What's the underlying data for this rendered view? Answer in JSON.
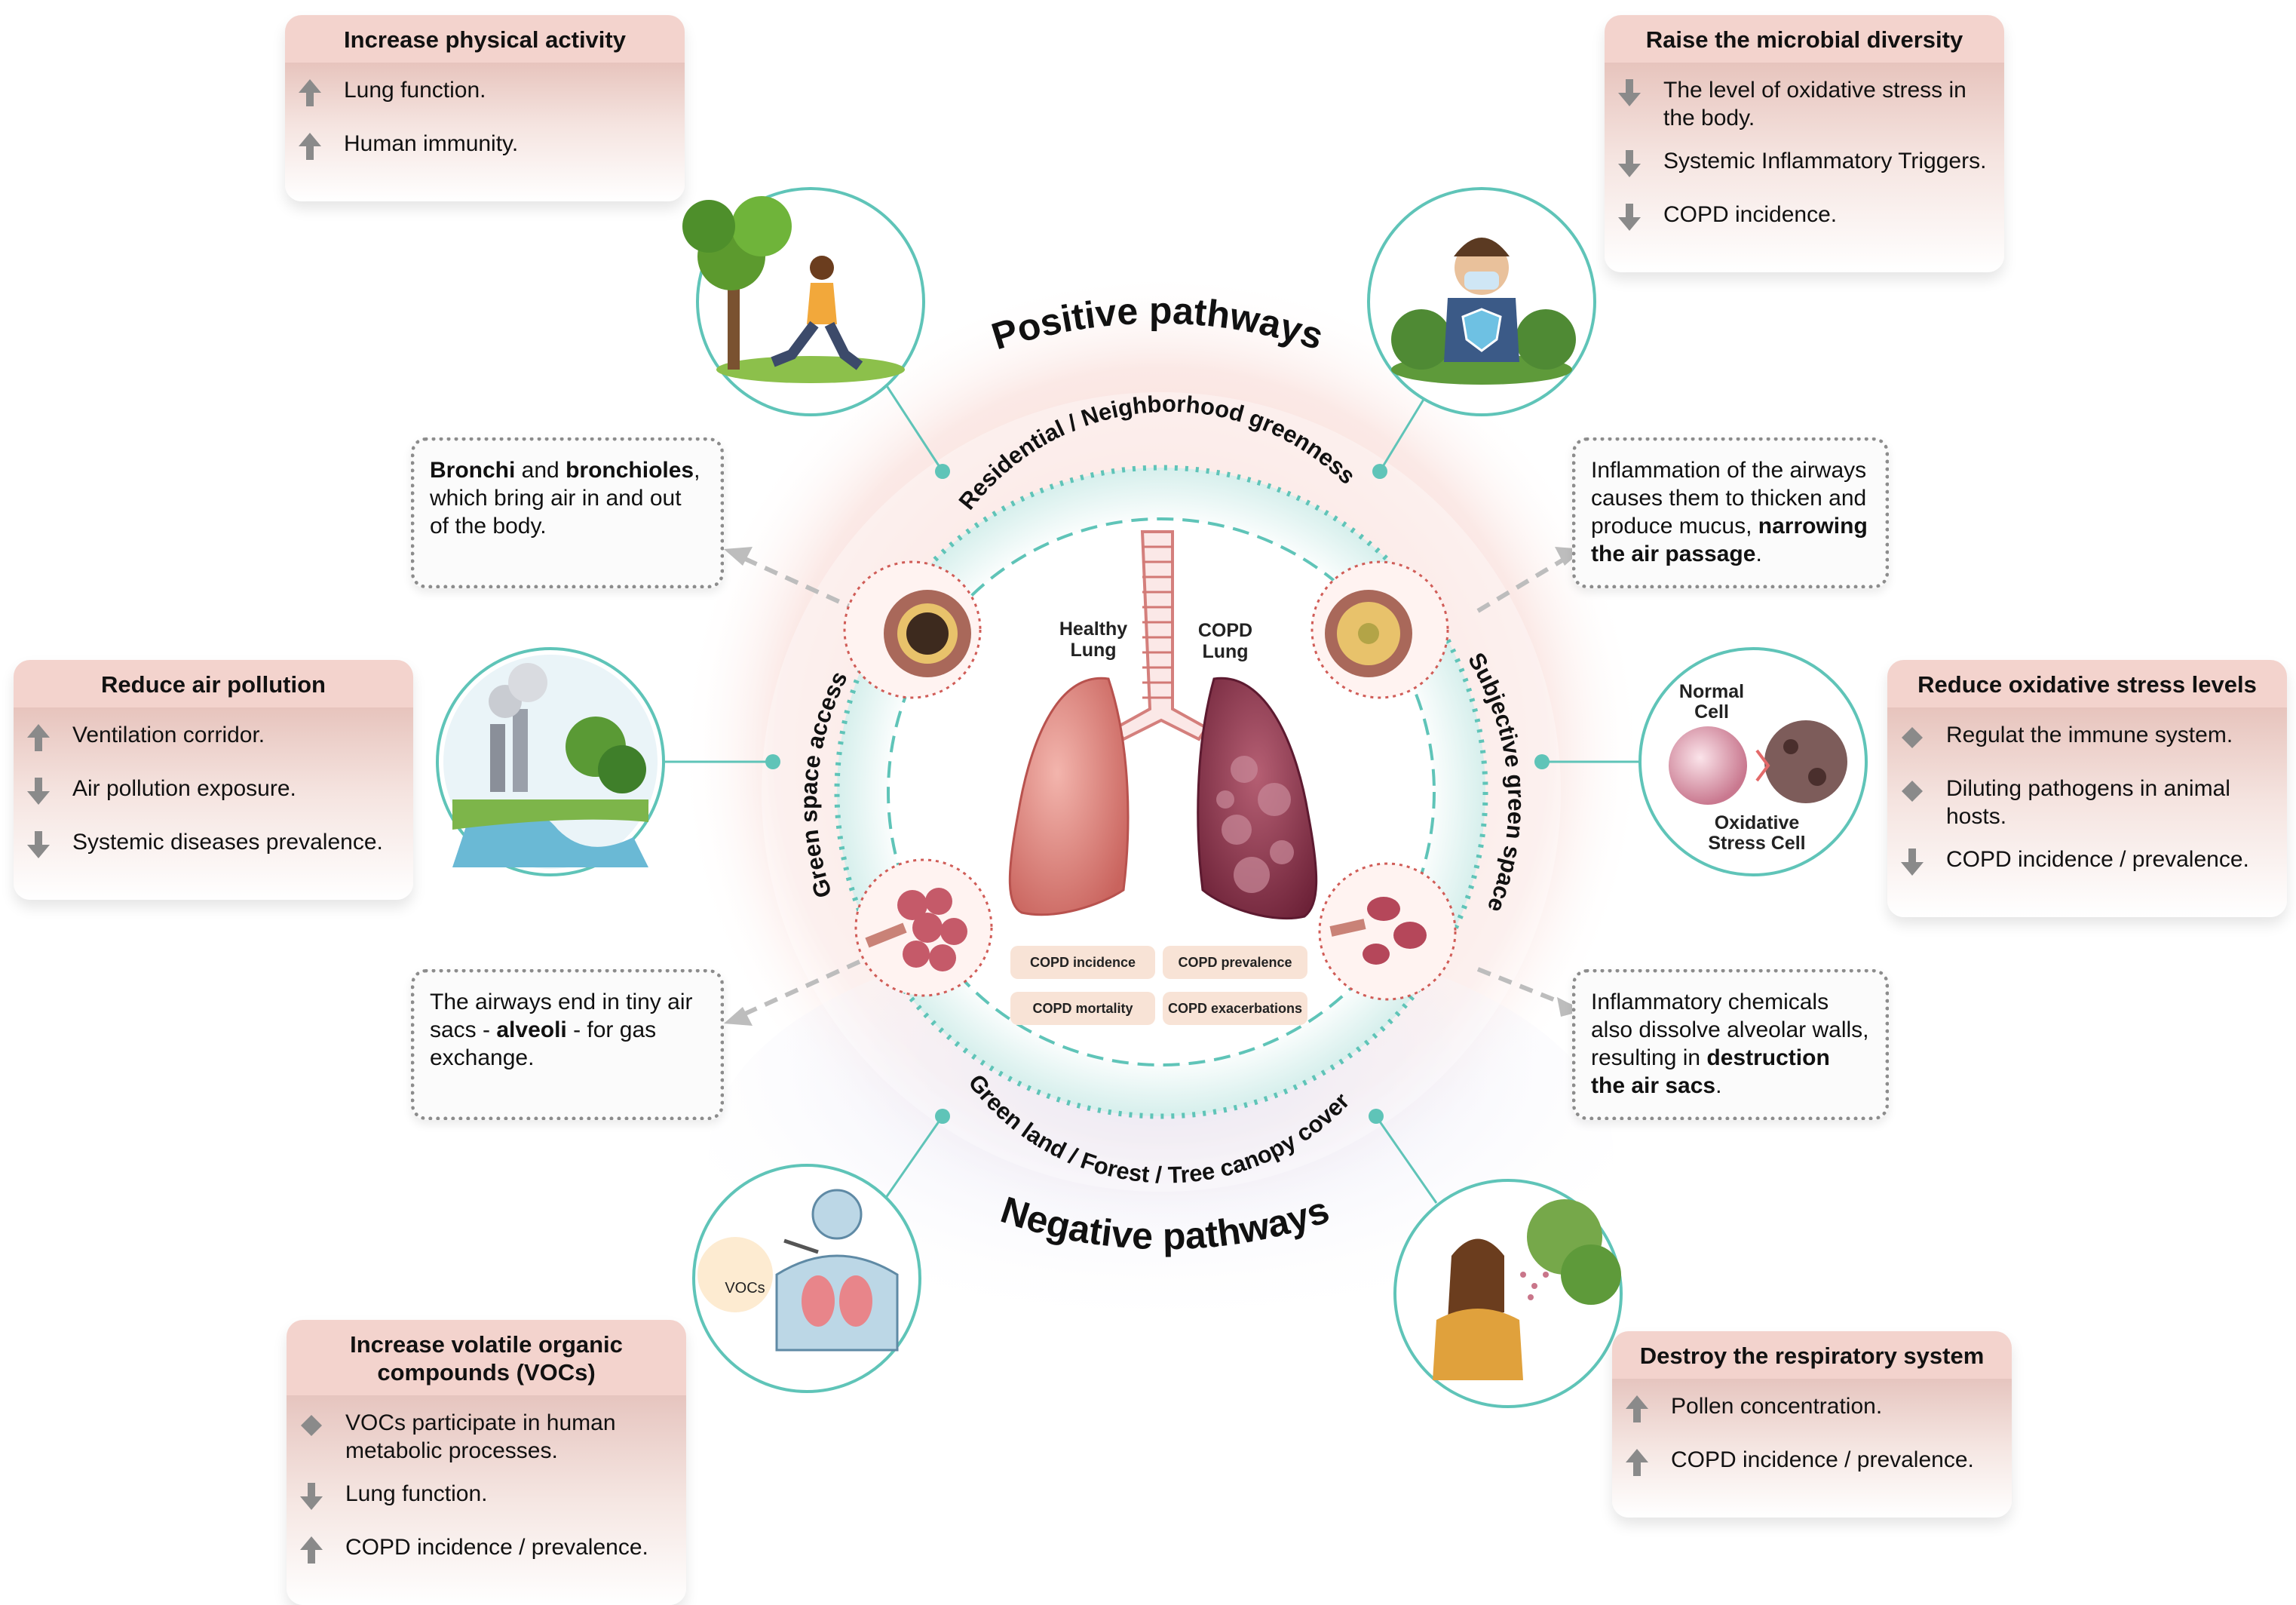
{
  "pathway_labels": {
    "positive": "Positive pathways",
    "negative": "Negative pathways"
  },
  "ring_labels": {
    "top": "Residential / Neighborhood greenness",
    "right": "Subjective green space",
    "bottom": "Green land / Forest / Tree canopy cover",
    "left": "Green space access"
  },
  "lungs": {
    "healthy_line1": "Healthy",
    "healthy_line2": "Lung",
    "copd_line1": "COPD",
    "copd_line2": "Lung"
  },
  "outcomes": [
    "COPD incidence",
    "COPD prevalence",
    "COPD mortality",
    "COPD exacerbations"
  ],
  "cell_labels": {
    "normal_line1": "Normal",
    "normal_line2": "Cell",
    "oxidative_line1": "Oxidative",
    "oxidative_line2": "Stress Cell"
  },
  "voc_label": "VOCs",
  "cards": {
    "physical": {
      "title": "Increase physical activity",
      "items": [
        {
          "icon": "up-arrow",
          "text": "Lung function."
        },
        {
          "icon": "up-arrow",
          "text": "Human immunity."
        }
      ]
    },
    "microbial": {
      "title": "Raise the microbial diversity",
      "items": [
        {
          "icon": "down-arrow",
          "text": "The level of oxidative stress in the body."
        },
        {
          "icon": "down-arrow",
          "text": "Systemic Inflammatory Triggers."
        },
        {
          "icon": "down-arrow",
          "text": "COPD incidence."
        }
      ]
    },
    "air": {
      "title": "Reduce air pollution",
      "items": [
        {
          "icon": "up-arrow",
          "text": "Ventilation corridor."
        },
        {
          "icon": "down-arrow",
          "text": "Air pollution exposure."
        },
        {
          "icon": "down-arrow",
          "text": "Systemic diseases prevalence."
        }
      ]
    },
    "oxidative": {
      "title": "Reduce oxidative stress levels",
      "items": [
        {
          "icon": "diamond",
          "text": "Regulat the immune system."
        },
        {
          "icon": "diamond",
          "text": "Diluting pathogens in animal hosts."
        },
        {
          "icon": "down-arrow",
          "text": "COPD incidence / prevalence."
        }
      ]
    },
    "voc": {
      "title": "Increase volatile organic compounds (VOCs)",
      "items": [
        {
          "icon": "diamond",
          "text": "VOCs participate in human metabolic processes."
        },
        {
          "icon": "down-arrow",
          "text": "Lung function."
        },
        {
          "icon": "up-arrow",
          "text": "COPD incidence / prevalence."
        }
      ]
    },
    "respiratory": {
      "title": "Destroy the respiratory system",
      "items": [
        {
          "icon": "up-arrow",
          "text": "Pollen concentration."
        },
        {
          "icon": "up-arrow",
          "text": "COPD incidence / prevalence."
        }
      ]
    }
  },
  "notes": {
    "bronchi": {
      "b1": "Bronchi",
      "t1": " and ",
      "b2": "bronchioles",
      "t2": ", which bring air in and out of the body."
    },
    "inflammation": {
      "t1": "Inflammation of the airways causes them to thicken and produce mucus, ",
      "b1": "narrowing the air passage",
      "t2": "."
    },
    "alveoli": {
      "t1": "The airways end in tiny air sacs - ",
      "b1": "alveoli",
      "t2": " - for gas exchange."
    },
    "chemicals": {
      "t1": "Inflammatory chemicals also dissolve alveolar walls, resulting in ",
      "b1": "destruction the air sacs",
      "t2": "."
    }
  },
  "colors": {
    "teal": "#5fc4b8",
    "positive_glow": "#f7d9d5",
    "negative_glow": "#dcdaf0",
    "card_header": "#f3d3cd",
    "icon_gray": "#8a8a8a"
  }
}
